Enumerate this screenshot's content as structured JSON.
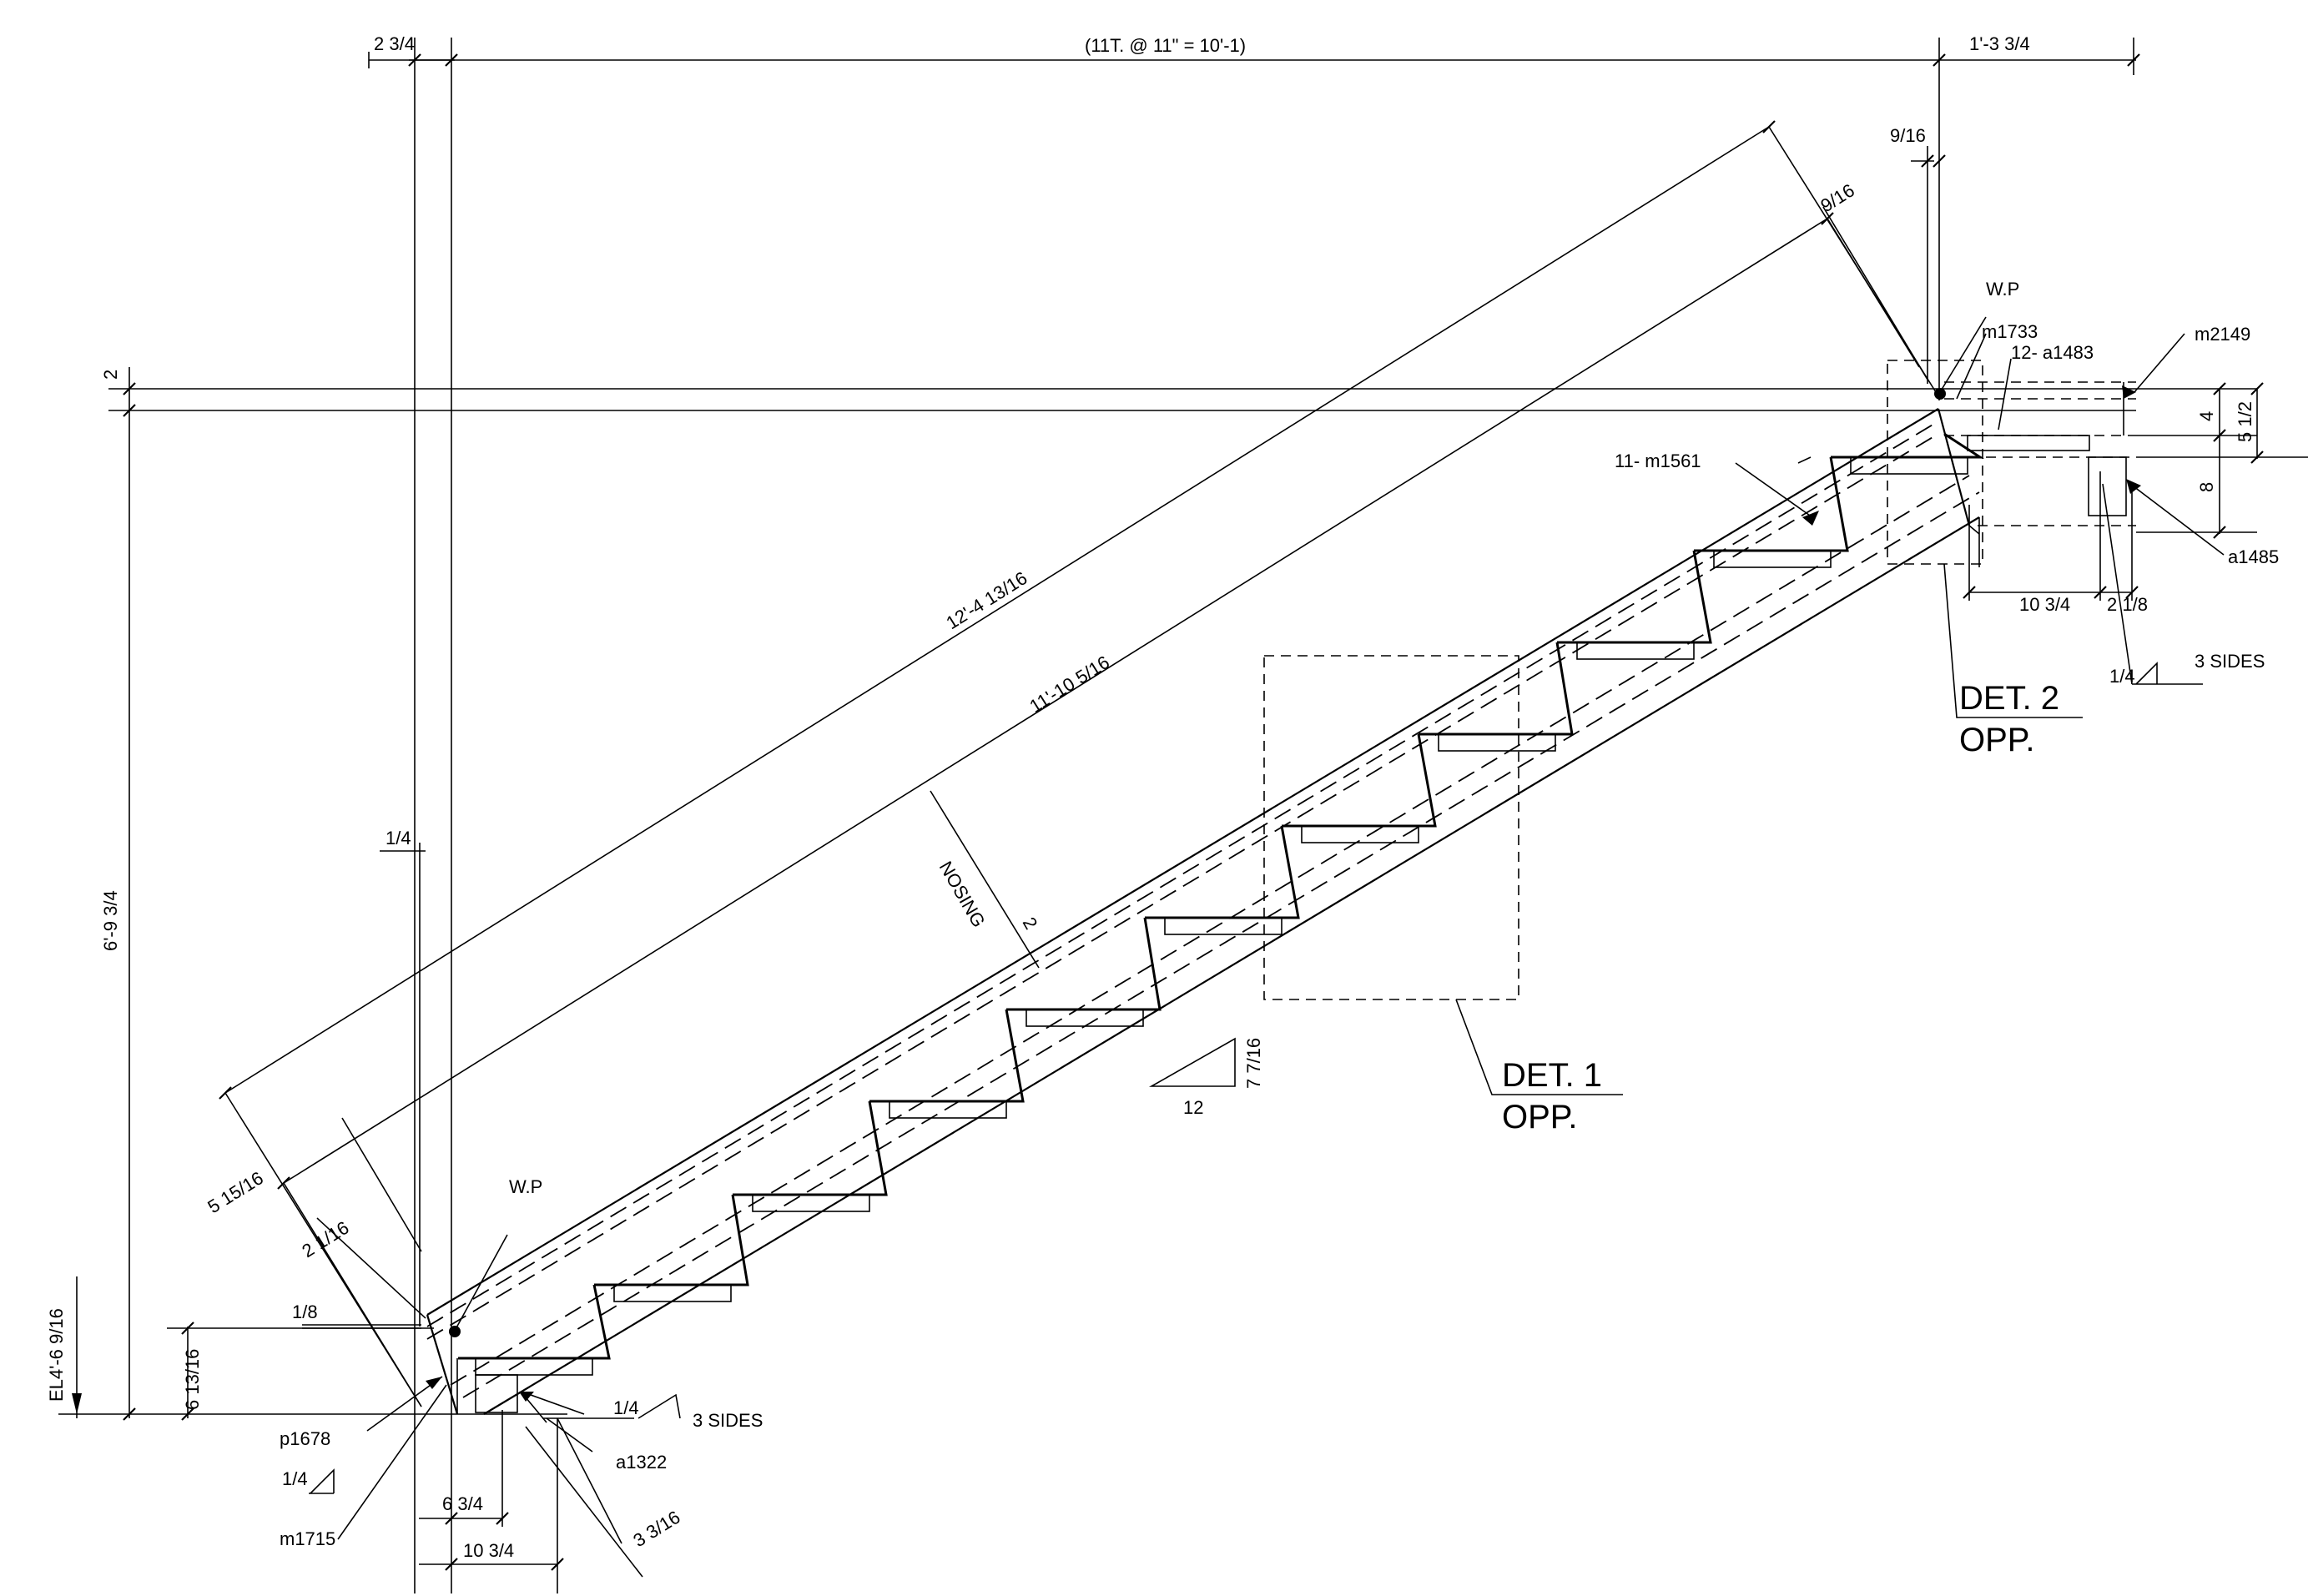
{
  "dims": {
    "top_overall": "(11T. @  11\" = 10'-1)",
    "top_left": "2 3/4",
    "top_right": "1'-3 3/4",
    "top_9_16_a": "9/16",
    "top_9_16_b": "9/16",
    "rise_total": "6'-9 3/4",
    "left_2": "2",
    "diag_outer": "12'-4 13/16",
    "diag_inner": "11'-10 5/16",
    "nosing_label": "NOSING",
    "nosing_value": "2",
    "quarter_upper": "1/4",
    "el_label": "EL4'-6 9/16",
    "left_6_13": "6 13/16",
    "left_1_8": "1/8",
    "diag_5_15": "5 15/16",
    "diag_2_1": "2 1/16",
    "bottom_6_3_4": "6 3/4",
    "bottom_10_3_4": "10 3/4",
    "bottom_3_3_16": "3 3/16",
    "right_4": "4",
    "right_5_1_2": "5 1/2",
    "right_8": "8",
    "right_10_3_4": "10 3/4",
    "right_2_1_8": "2 1/8",
    "slope_12": "12",
    "slope_7_7_16": "7 7/16"
  },
  "labels": {
    "wp_top": "W.P",
    "wp_bottom": "W.P",
    "m1733": "m1733",
    "a1483": "12- a1483",
    "m2149": "m2149",
    "m1561": "11- m1561",
    "a1485": "a1485",
    "p1678": "p1678",
    "m1715": "m1715",
    "a1322": "a1322"
  },
  "welds": {
    "right_size": "1/4",
    "right_text": "3 SIDES",
    "bottom_size": "1/4",
    "bottom_text": "3 SIDES",
    "left_size": "1/4"
  },
  "details": {
    "det1_title": "DET. 1",
    "det1_sub": "OPP.",
    "det2_title": "DET. 2",
    "det2_sub": "OPP."
  }
}
